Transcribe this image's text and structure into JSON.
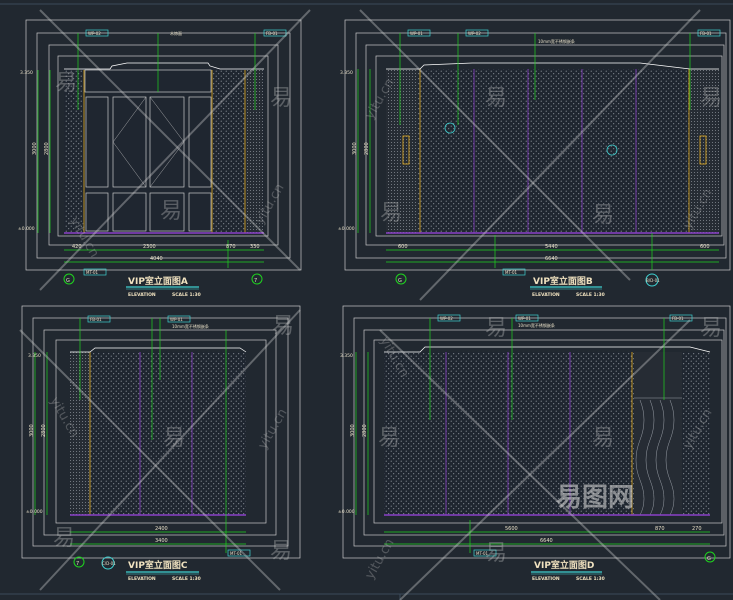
{
  "colors": {
    "background": "#212830",
    "frame": "#c9c9c9",
    "dim": "#1fd31f",
    "yellow": "#e8b020",
    "purple": "#8a40c8",
    "cyan": "#3fd0d0"
  },
  "panels": [
    {
      "title": "VIP室立面图A",
      "elevation": "ELEVATION",
      "scale": "SCALE 1:30",
      "dims": [
        "420",
        "2300",
        "870",
        "330"
      ],
      "total": "4040",
      "heights": [
        "3000",
        "2800"
      ],
      "levels": [
        "3.350",
        "±0.000"
      ],
      "tags": [
        "WP-02",
        "木饰面",
        "FB-01",
        "MT-01"
      ],
      "axes": [
        "G",
        "7"
      ]
    },
    {
      "title": "VIP室立面图B",
      "elevation": "ELEVATION",
      "scale": "SCALE 1:30",
      "dims": [
        "600",
        "5440",
        "600"
      ],
      "total": "6640",
      "heights": [
        "3000",
        "2800"
      ],
      "levels": [
        "3.350",
        "±0.000"
      ],
      "tags": [
        "WP-01",
        "WP-02",
        "FB-01",
        "MT-01",
        "10mm宽不锈钢嵌条"
      ],
      "axes": [
        "G",
        "B/D-01"
      ]
    },
    {
      "title": "VIP室立面图C",
      "elevation": "ELEVATION",
      "scale": "SCALE 1:30",
      "dims": [
        "2400"
      ],
      "total": "3400",
      "heights": [
        "3000",
        "2800"
      ],
      "levels": [
        "3.350",
        "±0.000"
      ],
      "tags": [
        "FB-01",
        "WP-01",
        "10mm宽不锈钢嵌条",
        "MT-01"
      ],
      "axes": [
        "7",
        "C/D-01"
      ]
    },
    {
      "title": "VIP室立面图D",
      "elevation": "ELEVATION",
      "scale": "SCALE 1:30",
      "dims": [
        "5600",
        "870",
        "270"
      ],
      "total": "6640",
      "heights": [
        "3000",
        "2800"
      ],
      "levels": [
        "3.350",
        "±0.000"
      ],
      "tags": [
        "WP-02",
        "WP-01",
        "10mm宽不锈钢嵌条",
        "FB-01",
        "MT-01"
      ],
      "axes": [
        "G"
      ]
    }
  ],
  "watermark": {
    "glyph": "易",
    "url": "yitu.cn",
    "brand": "易图网"
  }
}
